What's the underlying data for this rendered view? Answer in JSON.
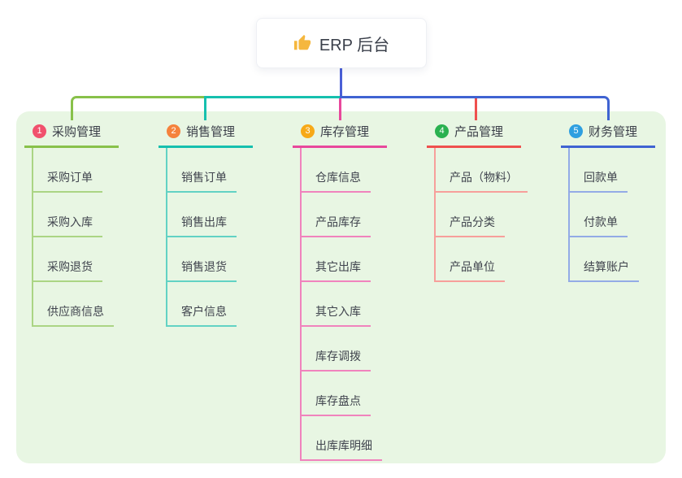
{
  "root": {
    "title": "ERP 后台",
    "icon": "thumbs-up-icon"
  },
  "branches": [
    {
      "index": "1",
      "label": "采购管理",
      "color": "#88c14a",
      "light": "#abd584",
      "badge_color": "#f1516d",
      "children": [
        "采购订单",
        "采购入库",
        "采购退货",
        "供应商信息"
      ]
    },
    {
      "index": "2",
      "label": "销售管理",
      "color": "#16c0ae",
      "light": "#62d2c4",
      "badge_color": "#f5823c",
      "children": [
        "销售订单",
        "销售出库",
        "销售退货",
        "客户信息"
      ]
    },
    {
      "index": "3",
      "label": "库存管理",
      "color": "#e8489c",
      "light": "#f083bd",
      "badge_color": "#f7a918",
      "children": [
        "仓库信息",
        "产品库存",
        "其它出库",
        "其它入库",
        "库存调拨",
        "库存盘点",
        "出库库明细"
      ]
    },
    {
      "index": "4",
      "label": "产品管理",
      "color": "#ef504e",
      "light": "#f79f9b",
      "badge_color": "#2ab150",
      "children": [
        "产品（物料）",
        "产品分类",
        "产品单位"
      ]
    },
    {
      "index": "5",
      "label": "财务管理",
      "color": "#3f63d2",
      "light": "#93abe6",
      "badge_color": "#2e9fe0",
      "children": [
        "回款单",
        "付款单",
        "结算账户"
      ]
    }
  ],
  "colors": {
    "root_connector": "#4a5fd7",
    "panel_background": "#e8f6e3",
    "icon_yellow": "#f5b73e"
  }
}
